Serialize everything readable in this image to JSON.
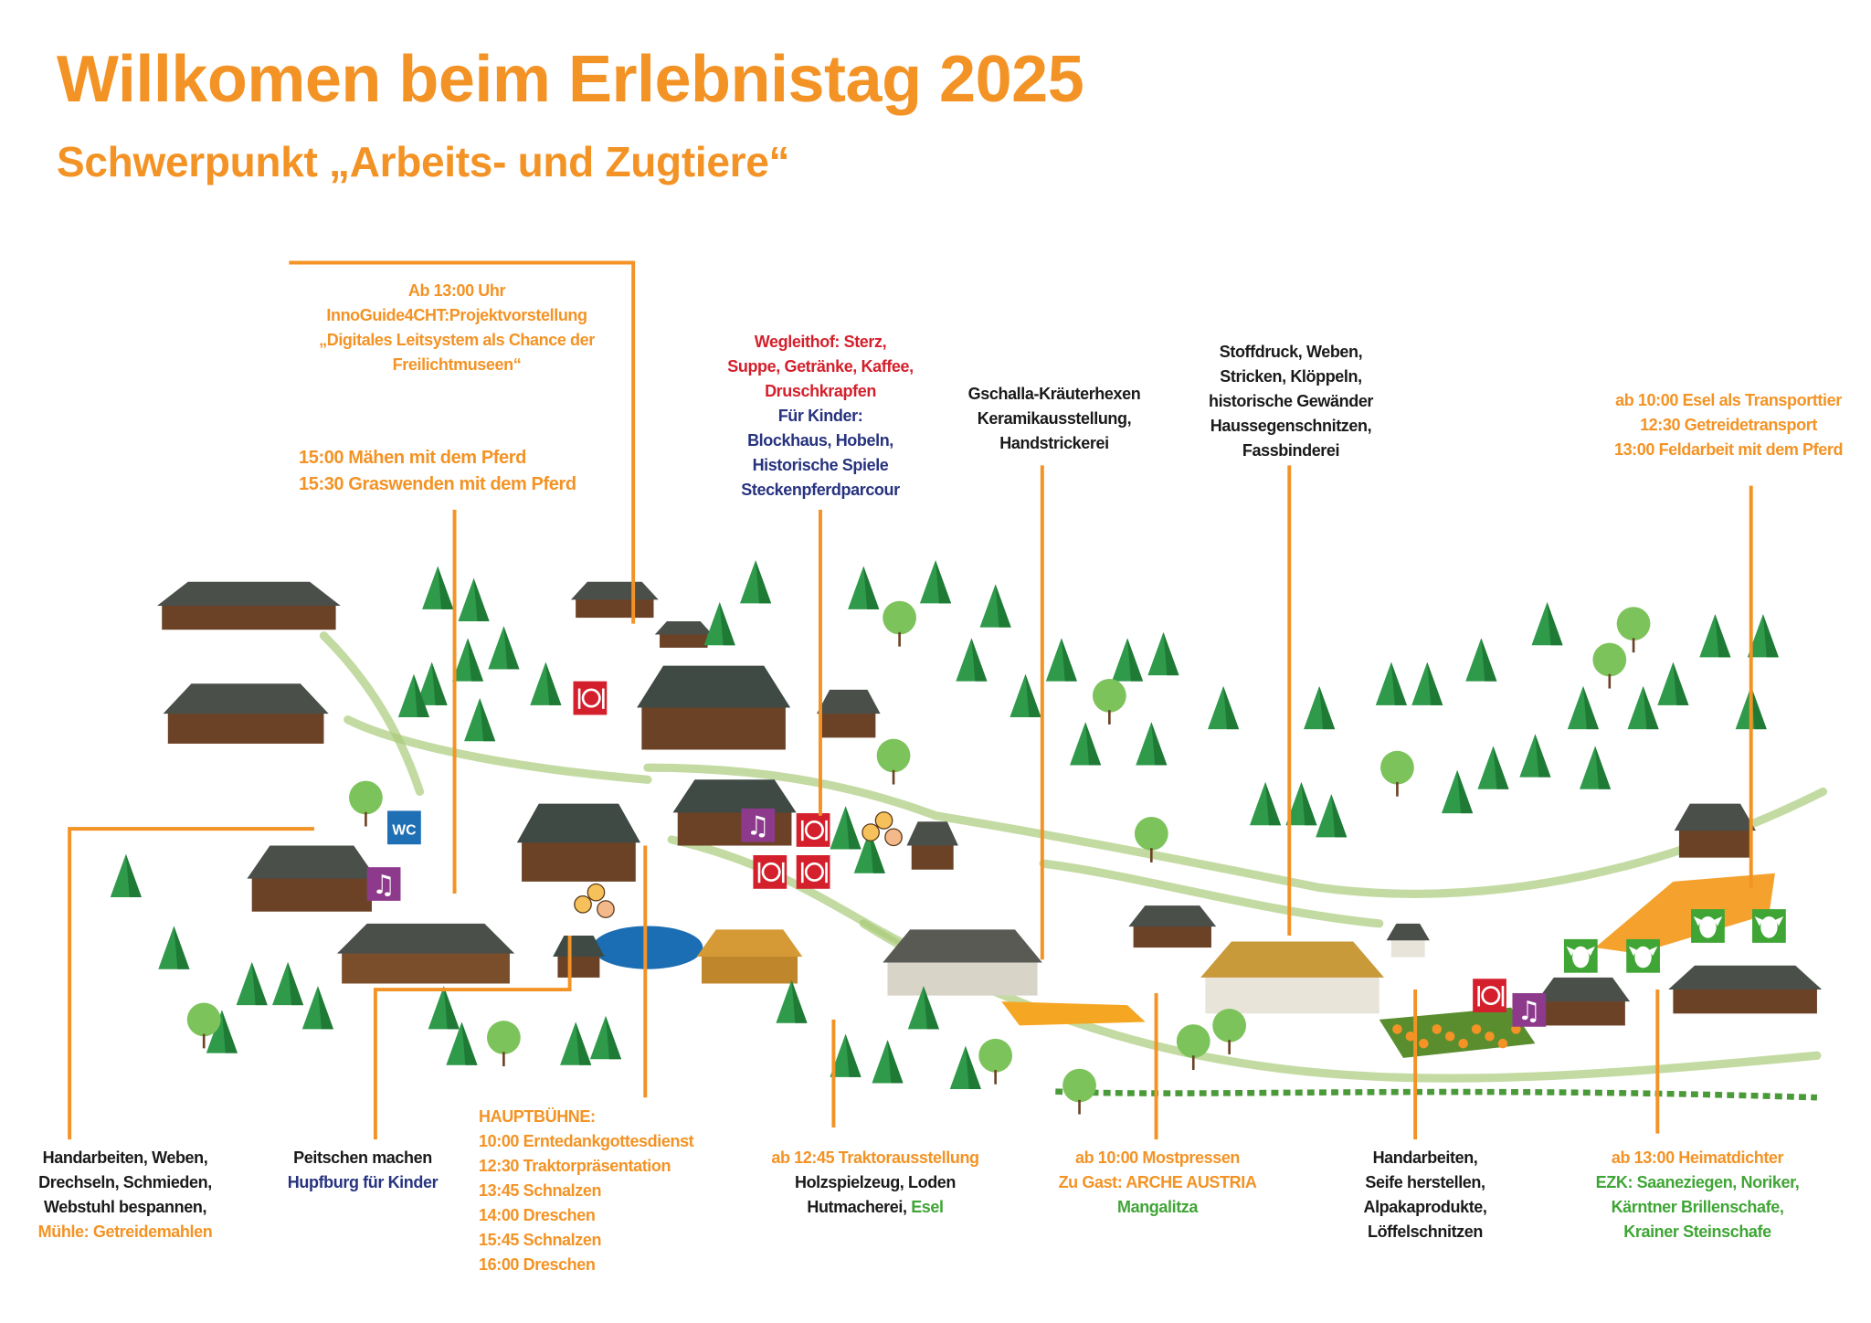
{
  "header": {
    "title": "Willkomen beim Erlebnistag 2025",
    "subtitle": "Schwerpunkt „Arbeits- und Zugtiere“"
  },
  "colors": {
    "accent_orange": "#f39325",
    "food_red": "#d4202c",
    "kids_blue": "#27337f",
    "animals_green": "#3fa535",
    "music_purple": "#8e3a8c",
    "wc_blue": "#1f6fb5",
    "pond_blue": "#1b6eb3"
  },
  "callouts_top": {
    "innoguide": {
      "lines": [
        "Ab 13:00 Uhr",
        "InnoGuide4CHT:Projektvorstellung",
        "„Digitales Leitsystem als Chance der",
        "Freilichtmuseen“"
      ]
    },
    "horse": {
      "lines": [
        "15:00 Mähen mit dem Pferd",
        "15:30 Graswenden mit dem Pferd"
      ]
    },
    "wegleithof": {
      "food_lines": [
        "Wegleithof: Sterz,",
        "Suppe, Getränke, Kaffee,",
        "Druschkrapfen"
      ],
      "kids_lines": [
        "Für Kinder:",
        "Blockhaus, Hobeln,",
        "Historische Spiele",
        "Steckenpferdparcour"
      ]
    },
    "gschalla": {
      "lines": [
        "Gschalla-Kräuterhexen",
        "Keramikausstellung,",
        "Handstrickerei"
      ]
    },
    "stoffdruck": {
      "lines": [
        "Stoffdruck, Weben,",
        "Stricken, Klöppeln,",
        "historische Gewänder",
        "Haussegenschnitzen,",
        "Fassbinderei"
      ]
    },
    "esel": {
      "lines": [
        "ab 10:00 Esel als Transporttier",
        "12:30 Getreidetransport",
        "13:00 Feldarbeit mit dem Pferd"
      ]
    }
  },
  "callouts_bottom": {
    "handarbeiten_left": {
      "lines": [
        "Handarbeiten, Weben,",
        "Drechseln, Schmieden,",
        "Webstuhl bespannen,"
      ],
      "highlight": "Mühle: Getreidemahlen"
    },
    "peitschen": {
      "line": "Peitschen machen",
      "kids": "Hupfburg für Kinder"
    },
    "hauptbuehne": {
      "heading": "HAUPTBÜHNE:",
      "schedule": [
        "10:00 Erntedankgottesdienst",
        "12:30 Traktorpräsentation",
        "13:45 Schnalzen",
        "14:00 Dreschen",
        "15:45 Schnalzen",
        "16:00 Dreschen"
      ]
    },
    "traktor": {
      "highlight": "ab 12:45 Traktorausstellung",
      "line1": "Holzspielzeug, Loden",
      "line2": "Hutmacherei,",
      "animal": "Esel"
    },
    "most": {
      "lines": [
        "ab 10:00 Mostpressen",
        "Zu Gast: ARCHE AUSTRIA"
      ],
      "animal": "Mangalitza"
    },
    "handarbeiten_right": {
      "lines": [
        "Handarbeiten,",
        "Seife herstellen,",
        "Alpakaprodukte,",
        "Löffelschnitzen"
      ]
    },
    "heimatdichter": {
      "highlight": "ab 13:00 Heimatdichter",
      "animals": [
        "EZK: Saaneziegen, Noriker,",
        "Kärntner Brillenschafe,",
        "Krainer Steinschafe"
      ]
    }
  },
  "map": {
    "icons": {
      "restaurant": "restaurant-icon",
      "music": "music-icon",
      "wc": "wc-icon",
      "kids": "kids-icon",
      "animal": "animal-head-icon"
    },
    "wc_sign_text": "WC"
  }
}
